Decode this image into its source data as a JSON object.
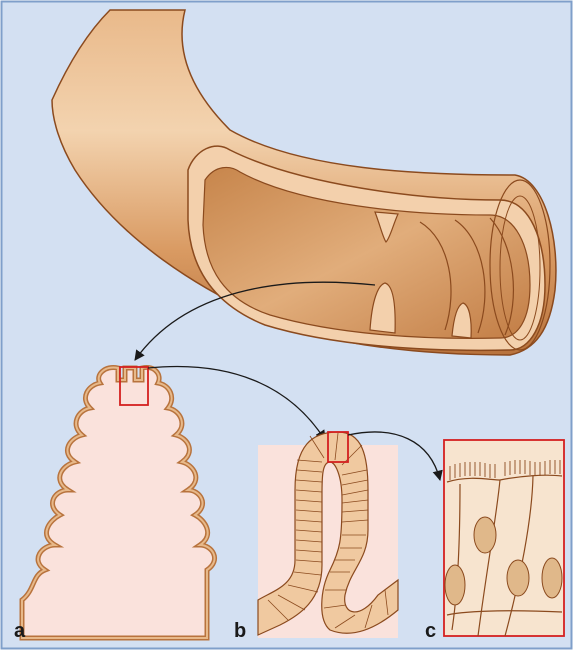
{
  "figure": {
    "panel_labels": {
      "a": "a",
      "b": "b",
      "c": "c"
    },
    "colors": {
      "background": "#d3e0f2",
      "frame": "#7f9fca",
      "tissue_light": "#f4d9b8",
      "tissue_mid": "#dca06e",
      "tissue_dark": "#b8733d",
      "outline": "#8b4a1e",
      "panel_fill": "#fae2dc",
      "cell_fill": "#f7e4cf",
      "nucleus": "#e0b88a",
      "highlight_box": "#d42020",
      "arrow": "#1a1a1a"
    },
    "icons": [
      "arrow-icon"
    ]
  }
}
